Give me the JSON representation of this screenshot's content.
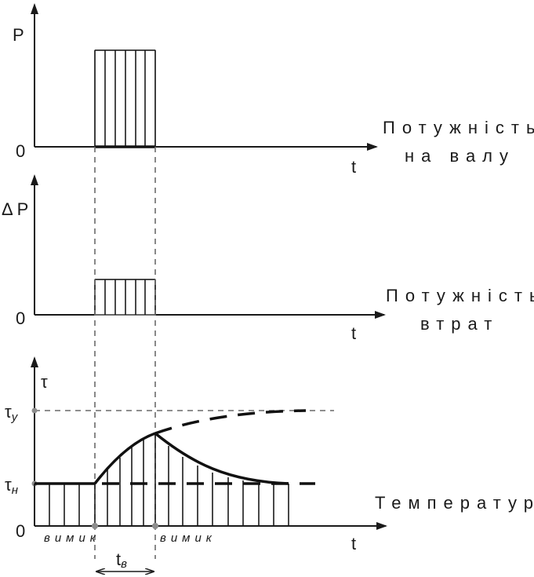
{
  "panels": {
    "power": {
      "y_axis_label": "P",
      "origin_label": "0",
      "x_axis_label": "t",
      "caption_line1": "Потужність",
      "caption_line2": "на валу"
    },
    "losses": {
      "y_axis_label": "Δ P",
      "origin_label": "0",
      "x_axis_label": "t",
      "caption_line1": "Потужність",
      "caption_line2": "втрат"
    },
    "temperature": {
      "y_axis_label": "τ",
      "tau_y_label": "τ",
      "tau_y_sub": "у",
      "tau_n_label": "τ",
      "tau_n_sub": "н",
      "origin_label": "0",
      "x_axis_label": "t",
      "caption": "Температура",
      "off_left_label": "вимик",
      "off_right_label": "вимик",
      "interval_label": "t",
      "interval_sub": "в"
    }
  },
  "colors": {
    "ink": "#1a1a1a",
    "guide": "#6a6a6a",
    "marker": "#8c8c8c"
  }
}
